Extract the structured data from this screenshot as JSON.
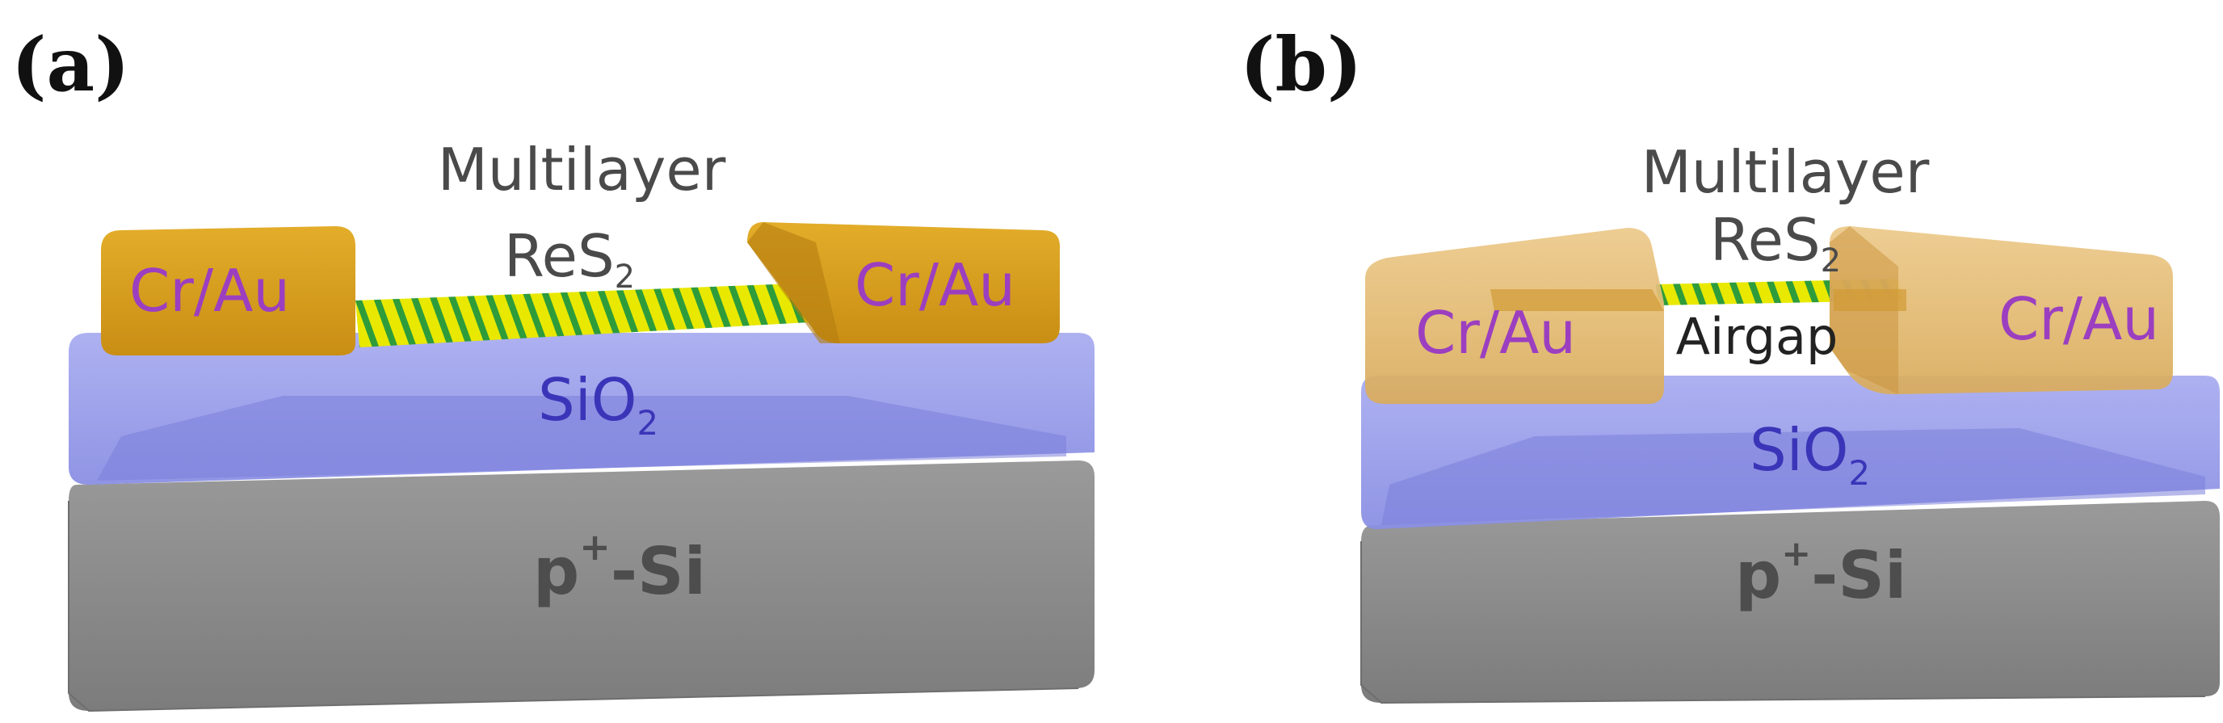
{
  "panels": [
    {
      "label": "(a)",
      "title_line1": "Multilayer",
      "title_line2": "ReS",
      "title_sub": "2",
      "electrode_left": "Cr/Au",
      "electrode_right": "Cr/Au",
      "oxide_main": "SiO",
      "oxide_sub": "2",
      "substrate_main": "p",
      "substrate_sup": "+",
      "substrate_rest": "-Si"
    },
    {
      "label": "(b)",
      "title_line1": "Multilayer",
      "title_line2": "ReS",
      "title_sub": "2",
      "gap_label": "Airgap",
      "electrode_left": "Cr/Au",
      "electrode_right": "Cr/Au",
      "oxide_main": "SiO",
      "oxide_sub": "2",
      "substrate_main": "p",
      "substrate_sup": "+",
      "substrate_rest": "-Si"
    }
  ],
  "colors": {
    "gold": "#d9a21f",
    "gold_light": "#e8c27a",
    "oxide": "#9aa0ea",
    "silicon": "#8c8c8c",
    "res2_yellow": "#e6e600",
    "res2_green": "#2e9c3a"
  }
}
